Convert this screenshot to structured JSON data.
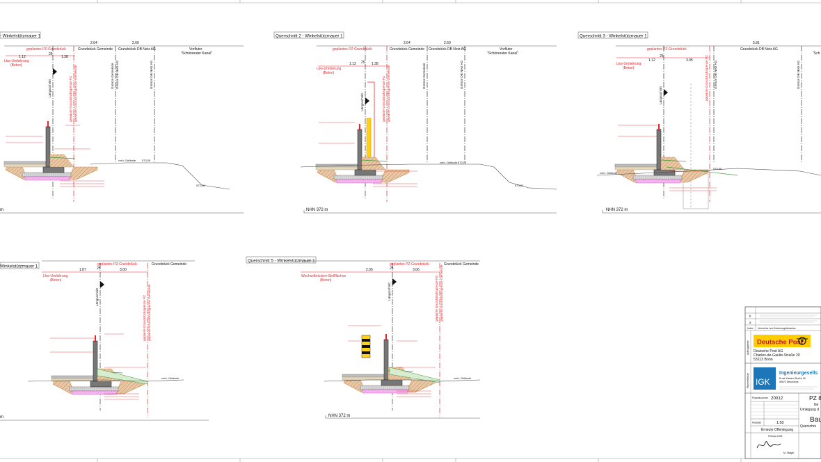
{
  "sections": [
    {
      "title": " - Winkelstützmauer 1",
      "dims": [
        "1.12",
        "25",
        "1.38",
        "2.64",
        "2.60"
      ],
      "top_labels": [
        "geplantes PZ-Grundstück",
        "Grundstück Gemeinde",
        "Grundstück DB Netz AG",
        "Vorfluter",
        "\"Schönreuter Kanal\""
      ],
      "left_labels": [
        "Lkw-Umfahrung",
        "(Beton)"
      ],
      "vert_labels": [
        "Längsschnitt",
        "geplante Grundstücksgrenze PZ",
        "geplante Grundstücksgrenze Gemeinde",
        "Grenze Gemeinde",
        "Grenze DB Netz AG",
        "Grenze DB Netz AG"
      ],
      "level_ground": "573,05",
      "level_far": "573,00",
      "ground_label": "vorh. Gelände",
      "nhn": "m"
    },
    {
      "title": "Querschnitt 2 - Winkelstützmauer 1",
      "dims": [
        "1.12",
        "25",
        "1.38",
        "2.64",
        "2.60"
      ],
      "top_labels": [
        "geplantes PZ-Grundstück",
        "Grundstück Gemeinde",
        "Grundstück DB Netz AG",
        "Vorfluter",
        "\"Schönreuter Kanal\""
      ],
      "left_labels": [
        "Lkw-Umfahrung",
        "(Beton)"
      ],
      "vert_labels": [
        "Längsschnitt",
        "geplante Grundstücksgrenze PZ",
        "geplante Grundstücksgrenze Gemeinde",
        "Grenze Gemeinde",
        "Grenze DB Netz AG"
      ],
      "level_ground": "573,05",
      "level_far": "573,00",
      "ground_label": "vorh. Gelände",
      "nhn": "NHN 372 m"
    },
    {
      "title": "Querschnitt 3 - Winkelstützmauer 1",
      "dims": [
        "1.12",
        "25",
        "3.05",
        "5.81"
      ],
      "top_labels": [
        "geplantes PZ-Grundstück",
        "Grundstück DB Netz AG",
        "\"Sch"
      ],
      "left_labels": [
        "Lkw-Umfahrung",
        "(Beton)"
      ],
      "vert_labels": [
        "Längsschnitt",
        "geplante Grundstücksgrenze PZ",
        "Grenze DB Netz AG",
        "Grenze DB Netz AG"
      ],
      "level_ground": "573,05",
      "ground_label": "vorh. Gelände",
      "nhn": "NHN 372 m"
    },
    {
      "title": "Winkelstützmauer 1",
      "dims": [
        "1.87",
        "25",
        "3.00"
      ],
      "top_labels": [
        "geplantes PZ-Grundstück",
        "Grundstück Gemeinde"
      ],
      "left_labels": [
        "Lkw-Umfahrung",
        "(Beton)"
      ],
      "vert_labels": [
        "Längsschnitt",
        "geplante Grundstücksgrenze PZ",
        "geplante Grundstücksgrenze Gemeinde"
      ],
      "ground_label": "vorh. Gelände",
      "nhn": "m"
    },
    {
      "title": "Querschnitt 5 - Winkelstützmauer 1",
      "dims": [
        "2.05",
        "25",
        "3.06"
      ],
      "top_labels": [
        "geplantes PZ-Grundstück",
        "Grundstück Gemeinde"
      ],
      "left_labels": [
        "Wechselbrücken-Stellflächen",
        "(Beton)"
      ],
      "vert_labels": [
        "Längsschnitt",
        "geplante Grundstücksgrenze PZ",
        "geplante Grundstücksgrenze Gemeinde"
      ],
      "ground_label": "vorh. Gelände",
      "nhn": "NHN 372 m"
    }
  ],
  "titleblock": {
    "revision_header": [
      "Index",
      "Vermerke und Änderungshinweise"
    ],
    "revision_rows": [
      "b",
      "a"
    ],
    "client_label": "Auftraggeber",
    "brand": "Deutsche Post",
    "client_name": "Deutsche Post AG",
    "client_street": "Charles-de-Gaulle-Straße 20",
    "client_city": "53113 Bonn",
    "engineer_label": "Planverfasser",
    "engineer_logo": "IGK",
    "engineer_name": "Ingenieurgesells",
    "engineer_street": "Ernst-Kasten-Straße 16",
    "engineer_city": "59872 Meschede",
    "project_no_label": "Projektnummer",
    "project_no": "20012",
    "scale_label": "Maßstab",
    "scale": "1:50",
    "note": "Erneute Offenlegung",
    "plan_title": "PZ 8",
    "plan_sub1": "Ne",
    "plan_sub2": "Umlegung d",
    "plan_main": "Bau",
    "plan_detail": "Querschni",
    "sign_date": "Februar 2024",
    "signer": "M. Staiger"
  },
  "colors": {
    "red": "#e8242b",
    "brown": "#c98a52",
    "tan": "#e8c8a6",
    "gray": "#8a8a8a",
    "green": "#3a9a3a",
    "magenta": "#d42cd4",
    "dp_yellow": "#ffcc00"
  }
}
